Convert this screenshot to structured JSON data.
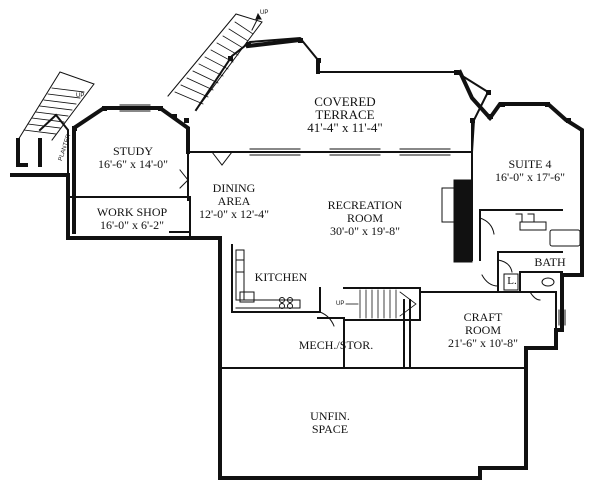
{
  "rooms": {
    "covered_terrace": {
      "name1": "COVERED",
      "name2": "TERRACE",
      "dims": "41'-4\" x 11'-4\""
    },
    "study": {
      "name": "STUDY",
      "dims": "16'-6\" x 14'-0\""
    },
    "work_shop": {
      "name": "WORK SHOP",
      "dims": "16'-0\" x 6'-2\""
    },
    "dining_area": {
      "name1": "DINING",
      "name2": "AREA",
      "dims": "12'-0\" x 12'-4\""
    },
    "recreation_room": {
      "name1": "RECREATION",
      "name2": "ROOM",
      "dims": "30'-0\" x 19'-8\""
    },
    "suite_4": {
      "name": "SUITE 4",
      "dims": "16'-0\" x 17'-6\""
    },
    "bath": {
      "name": "BATH"
    },
    "kitchen": {
      "name": "KITCHEN"
    },
    "craft_room": {
      "name1": "CRAFT",
      "name2": "ROOM",
      "dims": "21'-6\" x 10'-8\""
    },
    "mech_stor": {
      "name": "MECH./STOR."
    },
    "unfin_space": {
      "name1": "UNFIN.",
      "name2": "SPACE"
    }
  },
  "small_labels": {
    "up_top": "UP",
    "up_left": "UP",
    "up_stair": "UP",
    "planter": "PLANTER",
    "linen": "L."
  }
}
